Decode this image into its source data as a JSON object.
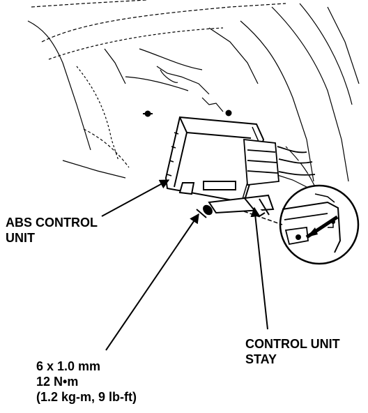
{
  "labels": {
    "abs_control_unit": [
      "ABS CONTROL",
      "UNIT"
    ],
    "control_unit_stay": [
      "CONTROL UNIT",
      "STAY"
    ],
    "fastener": {
      "size": "6 x 1.0 mm",
      "torque_nm": "12 N•m",
      "torque_alt": "(1.2 kg-m, 9 lb-ft)"
    }
  }
}
